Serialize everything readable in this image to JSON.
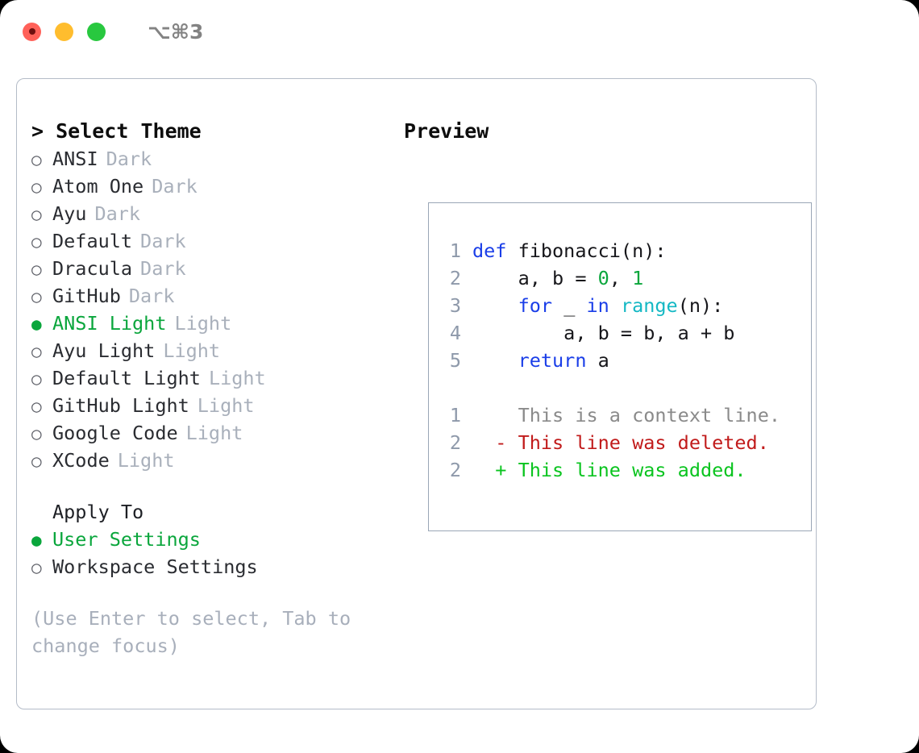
{
  "titlebar": {
    "shortcut": "⌥⌘3",
    "buttons": [
      {
        "name": "close",
        "color": "#ff6159"
      },
      {
        "name": "minimize",
        "color": "#ffbd2e"
      },
      {
        "name": "maximize",
        "color": "#28c83f"
      }
    ]
  },
  "theme_picker": {
    "header": "> Select Theme",
    "marker_selected": "●",
    "marker_unselected": "○",
    "items": [
      {
        "label": "ANSI",
        "kind": "Dark",
        "selected": false
      },
      {
        "label": "Atom One",
        "kind": "Dark",
        "selected": false
      },
      {
        "label": "Ayu",
        "kind": "Dark",
        "selected": false
      },
      {
        "label": "Default",
        "kind": "Dark",
        "selected": false
      },
      {
        "label": "Dracula",
        "kind": "Dark",
        "selected": false
      },
      {
        "label": "GitHub",
        "kind": "Dark",
        "selected": false
      },
      {
        "label": "ANSI Light",
        "kind": "Light",
        "selected": true
      },
      {
        "label": "Ayu Light",
        "kind": "Light",
        "selected": false
      },
      {
        "label": "Default Light",
        "kind": "Light",
        "selected": false
      },
      {
        "label": "GitHub Light",
        "kind": "Light",
        "selected": false
      },
      {
        "label": "Google Code",
        "kind": "Light",
        "selected": false
      },
      {
        "label": "XCode",
        "kind": "Light",
        "selected": false
      }
    ]
  },
  "apply_to": {
    "header": "Apply To",
    "items": [
      {
        "label": "User Settings",
        "selected": true
      },
      {
        "label": "Workspace Settings",
        "selected": false
      }
    ]
  },
  "hint": "(Use Enter to select, Tab to change focus)",
  "preview": {
    "header": "Preview",
    "code_lines": [
      {
        "no": "1",
        "tokens": [
          {
            "text": "def ",
            "type": "kw"
          },
          {
            "text": "fibonacci(n):",
            "type": "plain"
          }
        ]
      },
      {
        "no": "2",
        "tokens": [
          {
            "text": "    a, b = ",
            "type": "plain"
          },
          {
            "text": "0",
            "type": "num"
          },
          {
            "text": ", ",
            "type": "plain"
          },
          {
            "text": "1",
            "type": "num"
          }
        ]
      },
      {
        "no": "3",
        "tokens": [
          {
            "text": "    ",
            "type": "plain"
          },
          {
            "text": "for",
            "type": "kw"
          },
          {
            "text": " _ ",
            "type": "plain"
          },
          {
            "text": "in",
            "type": "kw"
          },
          {
            "text": " ",
            "type": "plain"
          },
          {
            "text": "range",
            "type": "builtin"
          },
          {
            "text": "(n):",
            "type": "plain"
          }
        ]
      },
      {
        "no": "4",
        "tokens": [
          {
            "text": "        a, b = b, a + b",
            "type": "plain"
          }
        ]
      },
      {
        "no": "5",
        "tokens": [
          {
            "text": "    ",
            "type": "plain"
          },
          {
            "text": "return",
            "type": "kw"
          },
          {
            "text": " a",
            "type": "plain"
          }
        ]
      }
    ],
    "diff_lines": [
      {
        "no": "1",
        "sign": " ",
        "text": "This is a context line.",
        "type": "ctx"
      },
      {
        "no": "2",
        "sign": "-",
        "text": "This line was deleted.",
        "type": "del"
      },
      {
        "no": "2",
        "sign": "+",
        "text": "This line was added.",
        "type": "add"
      }
    ]
  },
  "colors": {
    "accent_green": "#0aa63c",
    "muted": "#a9b0bb",
    "keyword": "#1a3ee8",
    "number": "#0aa63c",
    "builtin": "#14b8c4",
    "diff_deleted": "#c11b1b",
    "diff_added": "#0ac41f",
    "diff_context": "#8a8a8a",
    "panel_border": "#b4bcc8",
    "code_border": "#9aa6b6"
  }
}
